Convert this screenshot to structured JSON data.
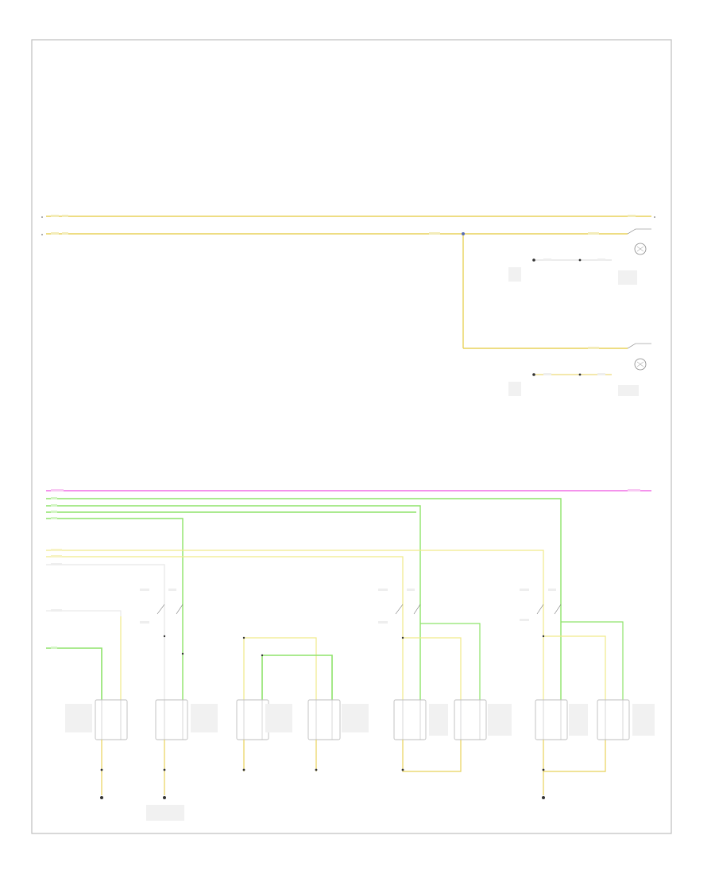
{
  "figure_ref": "",
  "colors": {
    "frame": "#bfbfbf",
    "yellow": "#e8d25a",
    "pale_yellow": "#f0ea8a",
    "green": "#8ee36a",
    "magenta": "#f06ee6",
    "white_wire": "#e6e6e6",
    "component": "#bdbdbd",
    "ground": "#333333"
  },
  "icons": {
    "bulb": "lamp-bulb-icon",
    "ground": "ground-icon",
    "connector": "connector-icon"
  },
  "wires": {
    "yellow_count": 2,
    "green_count": 4,
    "magenta_count": 1,
    "pale_yellow_count": 3
  }
}
